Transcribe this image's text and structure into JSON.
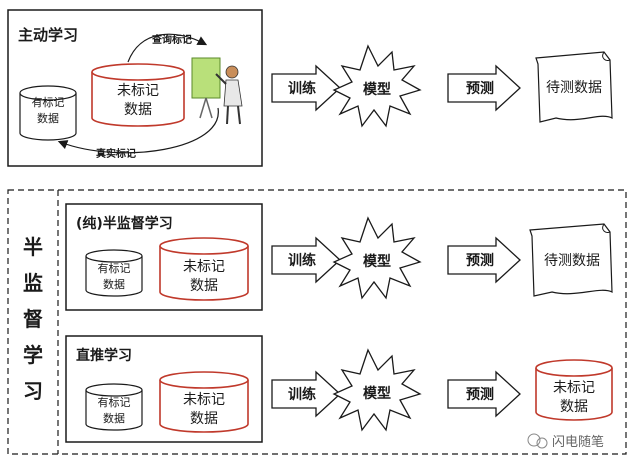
{
  "active": {
    "title": "主动学习",
    "query_label": "查询标记",
    "true_label": "真实标记",
    "labeled_db": [
      "有标记",
      "数据"
    ],
    "unlabeled_db": [
      "未标记",
      "数据"
    ],
    "train": "训练",
    "model": "模型",
    "predict": "预测",
    "output": "待测数据"
  },
  "semi": {
    "side_title": [
      "半",
      "监",
      "督",
      "学",
      "习"
    ],
    "pure": {
      "title": "(纯)半监督学习",
      "labeled_db": [
        "有标记",
        "数据"
      ],
      "unlabeled_db": [
        "未标记",
        "数据"
      ],
      "train": "训练",
      "model": "模型",
      "predict": "预测",
      "output": "待测数据"
    },
    "transductive": {
      "title": "直推学习",
      "labeled_db": [
        "有标记",
        "数据"
      ],
      "unlabeled_db": [
        "未标记",
        "数据"
      ],
      "train": "训练",
      "model": "模型",
      "predict": "预测",
      "output": [
        "未标记",
        "数据"
      ]
    }
  },
  "watermark": "闪电随笔",
  "colors": {
    "red": "#c0392b",
    "ink": "#1a1a1a",
    "board": "#b9e07a"
  }
}
